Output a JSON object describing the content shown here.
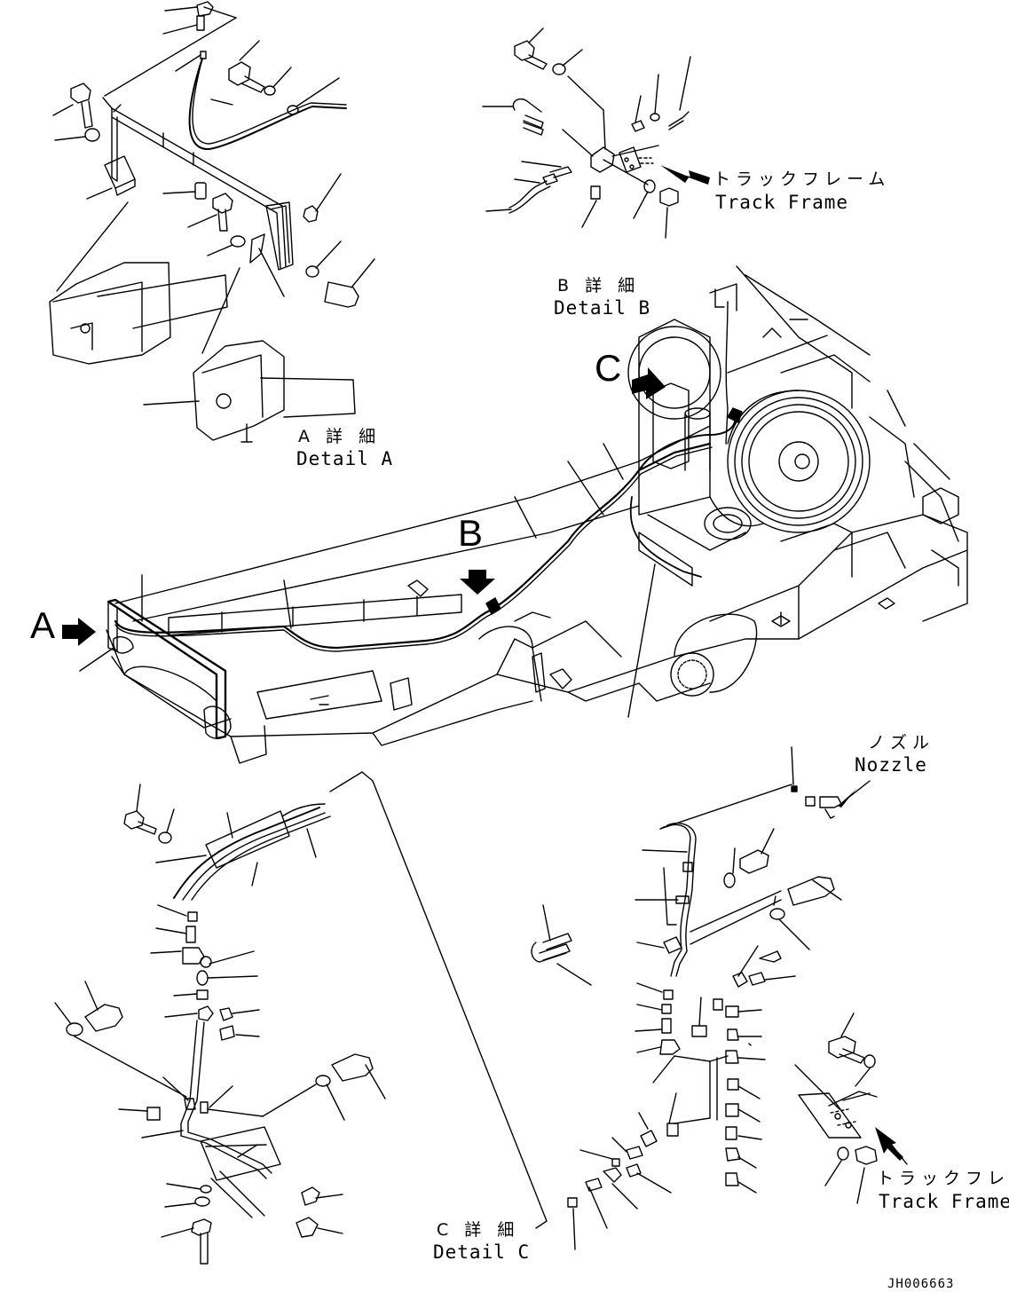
{
  "view_letters": {
    "a": "A",
    "b": "B",
    "c": "C"
  },
  "detail_a": {
    "jp": "A 詳 細",
    "en": "Detail A"
  },
  "detail_b": {
    "jp": "B 詳 細",
    "en": "Detail B"
  },
  "detail_c": {
    "jp": "C 詳 細",
    "en": "Detail C"
  },
  "track_frame_top": {
    "jp": "トラックフレーム",
    "en": "Track Frame"
  },
  "track_frame_bottom": {
    "jp": "トラックフレーム",
    "en": "Track Frame"
  },
  "nozzle": {
    "jp": "ノズル",
    "en": "Nozzle"
  },
  "drawing_code": "JH006663"
}
